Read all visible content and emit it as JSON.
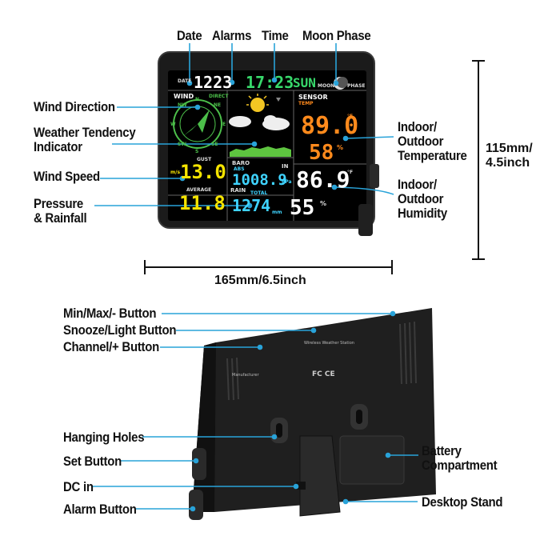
{
  "labels": {
    "date": "Date",
    "alarms": "Alarms",
    "time": "Time",
    "moon_phase": "Moon Phase",
    "wind_direction": "Wind Direction",
    "weather_tendency": "Weather Tendency\nIndicator",
    "wind_speed": "Wind Speed",
    "pressure_rainfall": "Pressure\n& Rainfall",
    "indoor_outdoor_temp": "Indoor/\nOutdoor\nTemperature",
    "indoor_outdoor_humidity": "Indoor/\nOutdoor\nHumidity",
    "height_dim": "115mm/\n4.5inch",
    "width_dim": "165mm/6.5inch",
    "min_max_button": "Min/Max/- Button",
    "snooze_light_button": "Snooze/Light Button",
    "channel_button": "Channel/+ Button",
    "hanging_holes": "Hanging Holes",
    "set_button": "Set Button",
    "dc_in": "DC in",
    "alarm_button": "Alarm Button",
    "battery_compartment": "Battery\nCompartment",
    "desktop_stand": "Desktop Stand"
  },
  "display": {
    "date_tag": "DATE",
    "date_value": "1223",
    "time_value": "17:23",
    "weekday": "SUN",
    "moon_tag": "MOON",
    "phase_tag": "PHASE",
    "wind_tag": "WIND",
    "direct_tag": "DIRECT",
    "compass": [
      "N",
      "NE",
      "E",
      "SE",
      "S",
      "SW",
      "W",
      "NW"
    ],
    "gust_tag": "GUST",
    "gust_value": "13.0",
    "unit_ms": "m/s",
    "average_tag": "AVERAGE",
    "average_value": "11.8",
    "sensor_tag": "SENSOR",
    "temp_tag": "TEMP",
    "outdoor_temp": "89.0",
    "outdoor_humidity": "58",
    "in_tag": "IN",
    "indoor_temp": "86.9",
    "indoor_humidity": "55",
    "baro_tag": "BARO",
    "abs_tag": "ABS",
    "baro_value": "1008.9",
    "unit_hpa": "hPa",
    "rain_tag": "RAIN",
    "total_tag": "TOTAL",
    "rain_value": "1274",
    "unit_mm": "mm",
    "deg_f": "°F",
    "pct": "%"
  },
  "colors": {
    "leader": "#29a3d9",
    "wind_green": "#4cbf4a",
    "yellow": "#f5e400",
    "orange": "#ff8a1c",
    "cyan": "#3fd3ff",
    "time_green": "#38d86b"
  }
}
